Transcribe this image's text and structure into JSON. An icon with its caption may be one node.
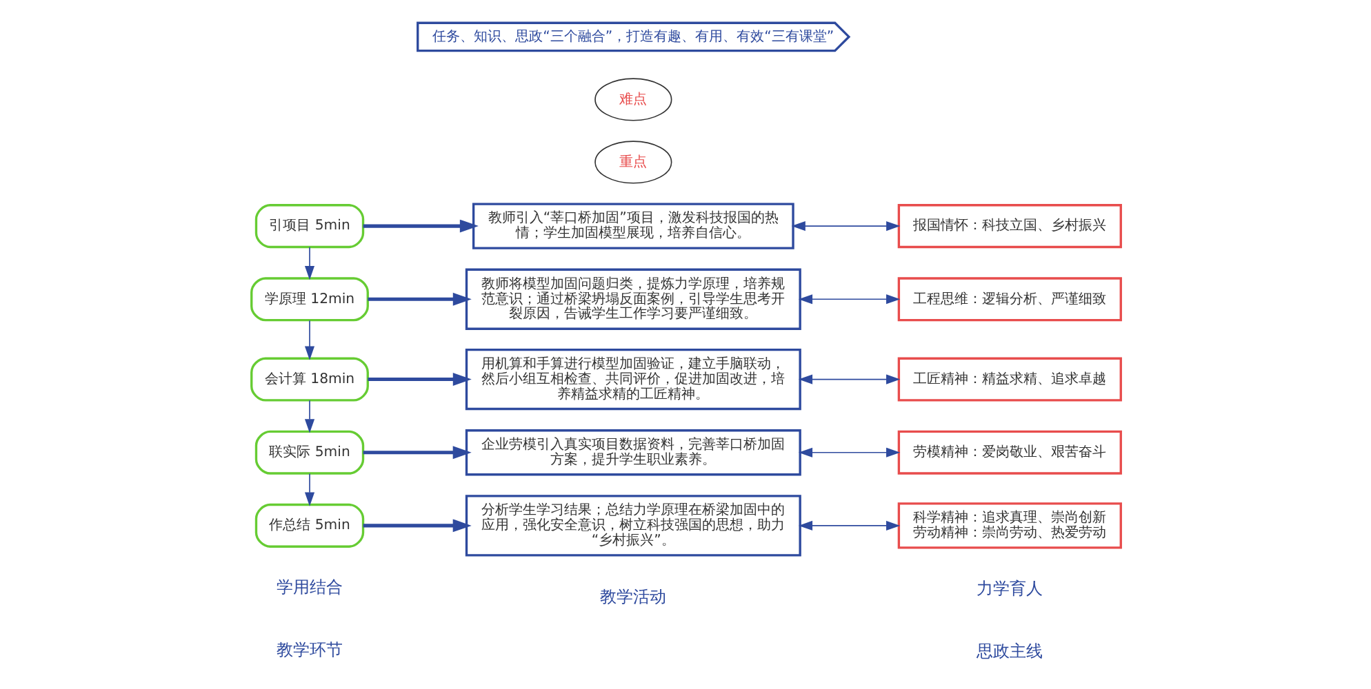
{
  "diagram": {
    "nodes": [
      {
        "text": [
          "引项目 5min"
        ]
      },
      {
        "text": [
          "学原理 12min"
        ]
      },
      {
        "text": [
          "会计算 18min"
        ]
      },
      {
        "text": [
          "联实际 5min"
        ]
      },
      {
        "text": [
          "作总结 5min"
        ]
      },
      {
        "text": [
          "教师引入“莘口桥加固”项目，激发科技报国的热情；学生加固模型展现，培养自信心。"
        ]
      },
      {
        "text": [
          "教师将模型加固问题归类，提炼力学原理，培养规范意识；通过桥梁坍塌反面案例，引导学生思考开裂原因，告诫学生工作学习要严谨细致。"
        ]
      },
      {
        "text": [
          "用机算和手算进行模型加固验证，建立手脑联动，然后小组互相检查、共同评价，促进加固改进，培养精益求精的工匠精神。"
        ]
      },
      {
        "text": [
          "企业劳模引入真实项目数据资料，完善莘口桥加固方案，提升学生职业素养。"
        ]
      },
      {
        "text": [
          "分析学生学习结果；总结力学原理在桥梁加固中的应用，强化安全意识，树立科技强国的思想，助力“乡村振兴”。"
        ]
      },
      {
        "text": [
          "报国情怀：科技立国、乡村振兴"
        ]
      },
      {
        "text": [
          "工程思维：逻辑分析、严谨细致"
        ]
      },
      {
        "text": [
          "工匠精神：精益求精、追求卓越"
        ]
      },
      {
        "text": [
          "劳模精神：爱岗敬业、艰苦奋斗"
        ]
      },
      {
        "text": [
          "科学精神：追求真理、崇尚创新",
          "劳动精神：崇尚劳动、热爱劳动"
        ]
      },
      {
        "text": [
          "重点"
        ]
      },
      {
        "text": [
          "难点"
        ]
      },
      {
        "text": [
          "任务、知识、思政“三个融合”，打造有趣、有用、有效“三有课堂”"
        ]
      }
    ],
    "edges": [
      {
        "from": 0,
        "to": 1,
        "arrow": "to"
      },
      {
        "from": 1,
        "to": 2,
        "arrow": "to"
      },
      {
        "from": 2,
        "to": 3,
        "arrow": "to"
      },
      {
        "from": 3,
        "to": 4,
        "arrow": "to"
      },
      {
        "from": 0,
        "to": 5,
        "arrow": "to",
        "style": "thick"
      },
      {
        "from": 1,
        "to": 6,
        "arrow": "to",
        "style": "thick"
      },
      {
        "from": 2,
        "to": 7,
        "arrow": "to",
        "style": "thick"
      },
      {
        "from": 3,
        "to": 8,
        "arrow": "to",
        "style": "thick"
      },
      {
        "from": 4,
        "to": 9,
        "arrow": "to",
        "style": "thick"
      },
      {
        "from": 5,
        "to": 10,
        "arrow": "both"
      },
      {
        "from": 6,
        "to": 11,
        "arrow": "both"
      },
      {
        "from": 7,
        "to": 12,
        "arrow": "both"
      },
      {
        "from": 8,
        "to": 13,
        "arrow": "both"
      },
      {
        "from": 9,
        "to": 14,
        "arrow": "both"
      }
    ],
    "labels": [
      "教学环节",
      "教学活动",
      "思政主线",
      "学用结合",
      "力学育人"
    ]
  }
}
